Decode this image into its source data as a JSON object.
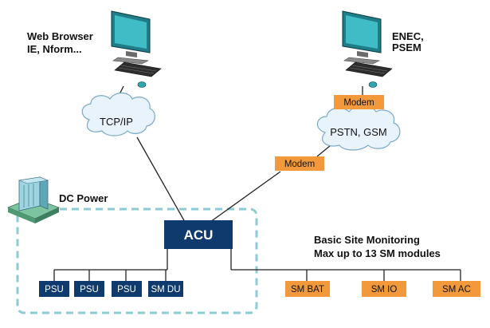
{
  "colors": {
    "navy": "#0e3a6e",
    "orange": "#f29a3b",
    "dashed_border": "#8ccbd6",
    "cloud_fill": "#e8f3fb",
    "cloud_stroke": "#7aa9c9",
    "line": "#222222",
    "monitor": "#2fa6b0"
  },
  "labels": {
    "web_browser_line1": "Web Browser",
    "web_browser_line2": "IE, Nform...",
    "enec_line1": "ENEC,",
    "enec_line2": "PSEM",
    "dc_power": "DC Power",
    "site_monitoring_line1": "Basic Site Monitoring",
    "site_monitoring_line2": "Max up to 13 SM modules"
  },
  "clouds": {
    "tcpip": "TCP/IP",
    "pstn": "PSTN, GSM"
  },
  "modems": {
    "top": "Modem",
    "middle": "Modem"
  },
  "acu": "ACU",
  "power_units": [
    "PSU",
    "PSU",
    "PSU",
    "SM DU"
  ],
  "sm_modules": [
    "SM BAT",
    "SM IO",
    "SM AC"
  ],
  "icons": {
    "left_computer": "desktop-computer-icon",
    "right_computer": "desktop-computer-icon",
    "power_cabinet": "power-cabinet-icon"
  }
}
